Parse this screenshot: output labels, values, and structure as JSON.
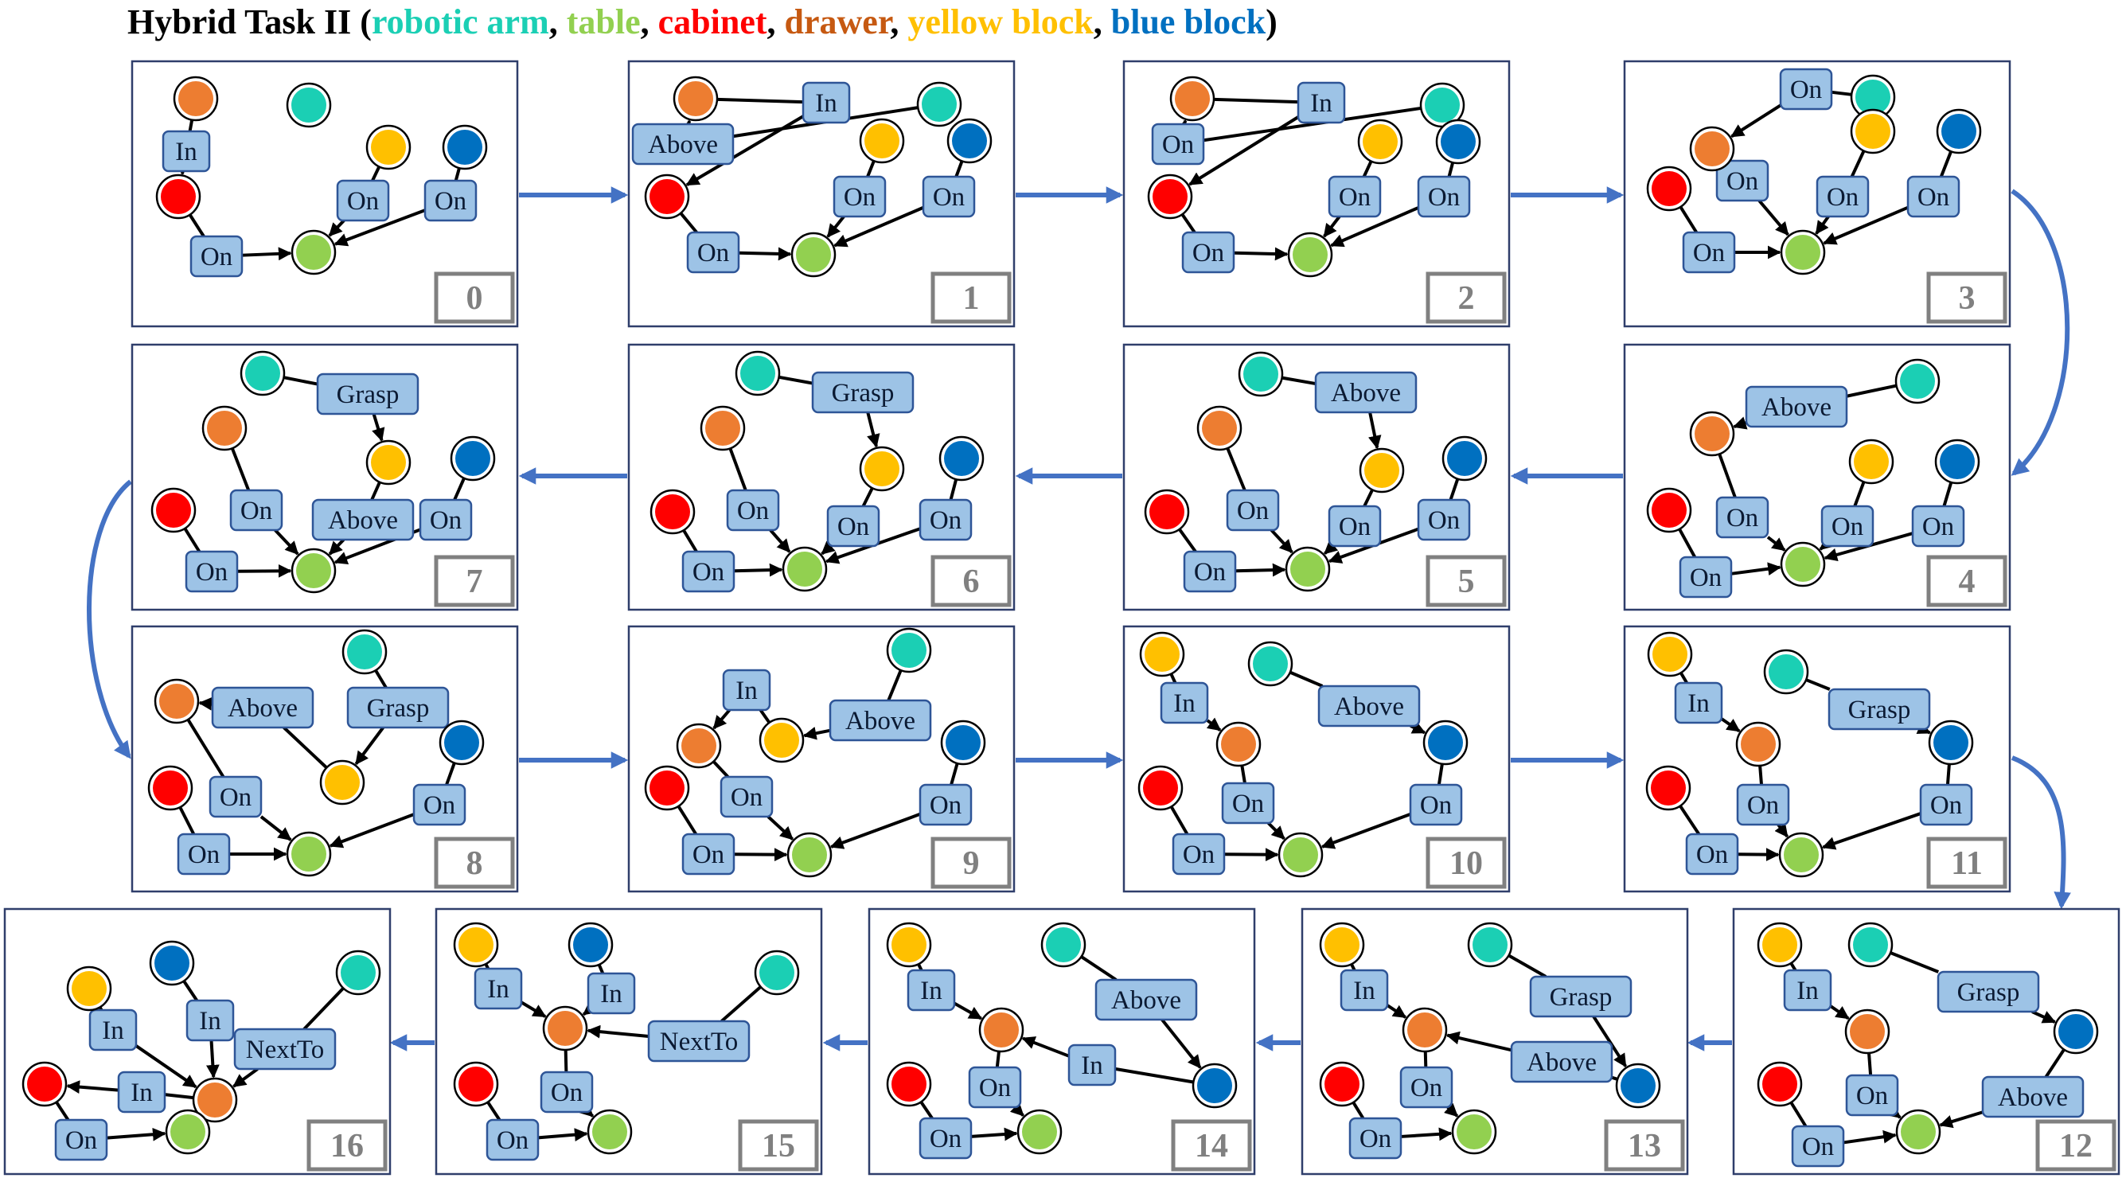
{
  "title": {
    "prefix": "Hybrid Task II (",
    "suffix": ")",
    "separator": ", ",
    "entities": [
      {
        "key": "arm",
        "label": "robotic arm",
        "color": "#1bcfb4"
      },
      {
        "key": "table",
        "label": "table",
        "color": "#92d050"
      },
      {
        "key": "cabinet",
        "label": "cabinet",
        "color": "#ff0000"
      },
      {
        "key": "drawer",
        "label": "drawer",
        "color": "#c65911"
      },
      {
        "key": "yellow",
        "label": "yellow block",
        "color": "#ffc000"
      },
      {
        "key": "blue",
        "label": "blue block",
        "color": "#0070c0"
      }
    ]
  },
  "node_colors": {
    "arm": "#1bcfb4",
    "table": "#92d050",
    "cabinet": "#ff0000",
    "drawer": "#ed7d31",
    "yellow": "#ffc000",
    "blue": "#0070c0"
  },
  "style": {
    "panel_border": "#2f3e6b",
    "label_fill": "#9dc3e6",
    "label_border": "#2e5597",
    "label_text": "#0b1a33",
    "index_border": "#808080",
    "index_text": "#808080",
    "flow_arrow": "#4472c4",
    "edge": "#000000"
  },
  "frames": [
    {
      "index": "0",
      "edges": [
        [
          "drawer",
          "In",
          "cabinet"
        ],
        [
          "cabinet",
          "On",
          "table"
        ],
        [
          "yellow",
          "On",
          "table"
        ],
        [
          "blue",
          "On",
          "table"
        ]
      ]
    },
    {
      "index": "1",
      "edges": [
        [
          "arm",
          "Above",
          "drawer"
        ],
        [
          "drawer",
          "In",
          "cabinet"
        ],
        [
          "cabinet",
          "On",
          "table"
        ],
        [
          "yellow",
          "On",
          "table"
        ],
        [
          "blue",
          "On",
          "table"
        ]
      ]
    },
    {
      "index": "2",
      "edges": [
        [
          "arm",
          "On",
          "drawer"
        ],
        [
          "drawer",
          "In",
          "cabinet"
        ],
        [
          "cabinet",
          "On",
          "table"
        ],
        [
          "yellow",
          "On",
          "table"
        ],
        [
          "blue",
          "On",
          "table"
        ]
      ]
    },
    {
      "index": "3",
      "edges": [
        [
          "arm",
          "On",
          "drawer"
        ],
        [
          "drawer",
          "On",
          "table"
        ],
        [
          "cabinet",
          "On",
          "table"
        ],
        [
          "yellow",
          "On",
          "table"
        ],
        [
          "blue",
          "On",
          "table"
        ]
      ]
    },
    {
      "index": "4",
      "edges": [
        [
          "arm",
          "Above",
          "drawer"
        ],
        [
          "drawer",
          "On",
          "table"
        ],
        [
          "cabinet",
          "On",
          "table"
        ],
        [
          "yellow",
          "On",
          "table"
        ],
        [
          "blue",
          "On",
          "table"
        ]
      ]
    },
    {
      "index": "5",
      "edges": [
        [
          "arm",
          "Above",
          "yellow"
        ],
        [
          "drawer",
          "On",
          "table"
        ],
        [
          "cabinet",
          "On",
          "table"
        ],
        [
          "yellow",
          "On",
          "table"
        ],
        [
          "blue",
          "On",
          "table"
        ]
      ]
    },
    {
      "index": "6",
      "edges": [
        [
          "arm",
          "Grasp",
          "yellow"
        ],
        [
          "drawer",
          "On",
          "table"
        ],
        [
          "cabinet",
          "On",
          "table"
        ],
        [
          "yellow",
          "On",
          "table"
        ],
        [
          "blue",
          "On",
          "table"
        ]
      ]
    },
    {
      "index": "7",
      "edges": [
        [
          "arm",
          "Grasp",
          "yellow"
        ],
        [
          "drawer",
          "On",
          "table"
        ],
        [
          "cabinet",
          "On",
          "table"
        ],
        [
          "yellow",
          "Above",
          "table"
        ],
        [
          "blue",
          "On",
          "table"
        ]
      ]
    },
    {
      "index": "8",
      "edges": [
        [
          "yellow",
          "Above",
          "drawer"
        ],
        [
          "arm",
          "Grasp",
          "yellow"
        ],
        [
          "drawer",
          "On",
          "table"
        ],
        [
          "cabinet",
          "On",
          "table"
        ],
        [
          "blue",
          "On",
          "table"
        ]
      ]
    },
    {
      "index": "9",
      "edges": [
        [
          "yellow",
          "In",
          "drawer"
        ],
        [
          "arm",
          "Above",
          "yellow"
        ],
        [
          "drawer",
          "On",
          "table"
        ],
        [
          "cabinet",
          "On",
          "table"
        ],
        [
          "blue",
          "On",
          "table"
        ]
      ]
    },
    {
      "index": "10",
      "edges": [
        [
          "yellow",
          "In",
          "drawer"
        ],
        [
          "arm",
          "Above",
          "blue"
        ],
        [
          "drawer",
          "On",
          "table"
        ],
        [
          "cabinet",
          "On",
          "table"
        ],
        [
          "blue",
          "On",
          "table"
        ]
      ]
    },
    {
      "index": "11",
      "edges": [
        [
          "yellow",
          "In",
          "drawer"
        ],
        [
          "arm",
          "Grasp",
          "blue"
        ],
        [
          "drawer",
          "On",
          "table"
        ],
        [
          "cabinet",
          "On",
          "table"
        ],
        [
          "blue",
          "On",
          "table"
        ]
      ]
    },
    {
      "index": "12",
      "edges": [
        [
          "yellow",
          "In",
          "drawer"
        ],
        [
          "arm",
          "Grasp",
          "blue"
        ],
        [
          "drawer",
          "On",
          "table"
        ],
        [
          "cabinet",
          "On",
          "table"
        ],
        [
          "blue",
          "Above",
          "table"
        ]
      ]
    },
    {
      "index": "13",
      "edges": [
        [
          "yellow",
          "In",
          "drawer"
        ],
        [
          "arm",
          "Grasp",
          "blue"
        ],
        [
          "drawer",
          "On",
          "table"
        ],
        [
          "cabinet",
          "On",
          "table"
        ],
        [
          "blue",
          "Above",
          "drawer"
        ]
      ]
    },
    {
      "index": "14",
      "edges": [
        [
          "yellow",
          "In",
          "drawer"
        ],
        [
          "arm",
          "Above",
          "blue"
        ],
        [
          "drawer",
          "On",
          "table"
        ],
        [
          "cabinet",
          "On",
          "table"
        ],
        [
          "blue",
          "In",
          "drawer"
        ]
      ]
    },
    {
      "index": "15",
      "edges": [
        [
          "yellow",
          "In",
          "drawer"
        ],
        [
          "blue",
          "In",
          "drawer"
        ],
        [
          "arm",
          "NextTo",
          "drawer"
        ],
        [
          "drawer",
          "On",
          "table"
        ],
        [
          "cabinet",
          "On",
          "table"
        ]
      ]
    },
    {
      "index": "16",
      "edges": [
        [
          "yellow",
          "In",
          "drawer"
        ],
        [
          "blue",
          "In",
          "drawer"
        ],
        [
          "arm",
          "NextTo",
          "drawer"
        ],
        [
          "drawer",
          "In",
          "cabinet"
        ],
        [
          "cabinet",
          "On",
          "table"
        ]
      ]
    }
  ]
}
